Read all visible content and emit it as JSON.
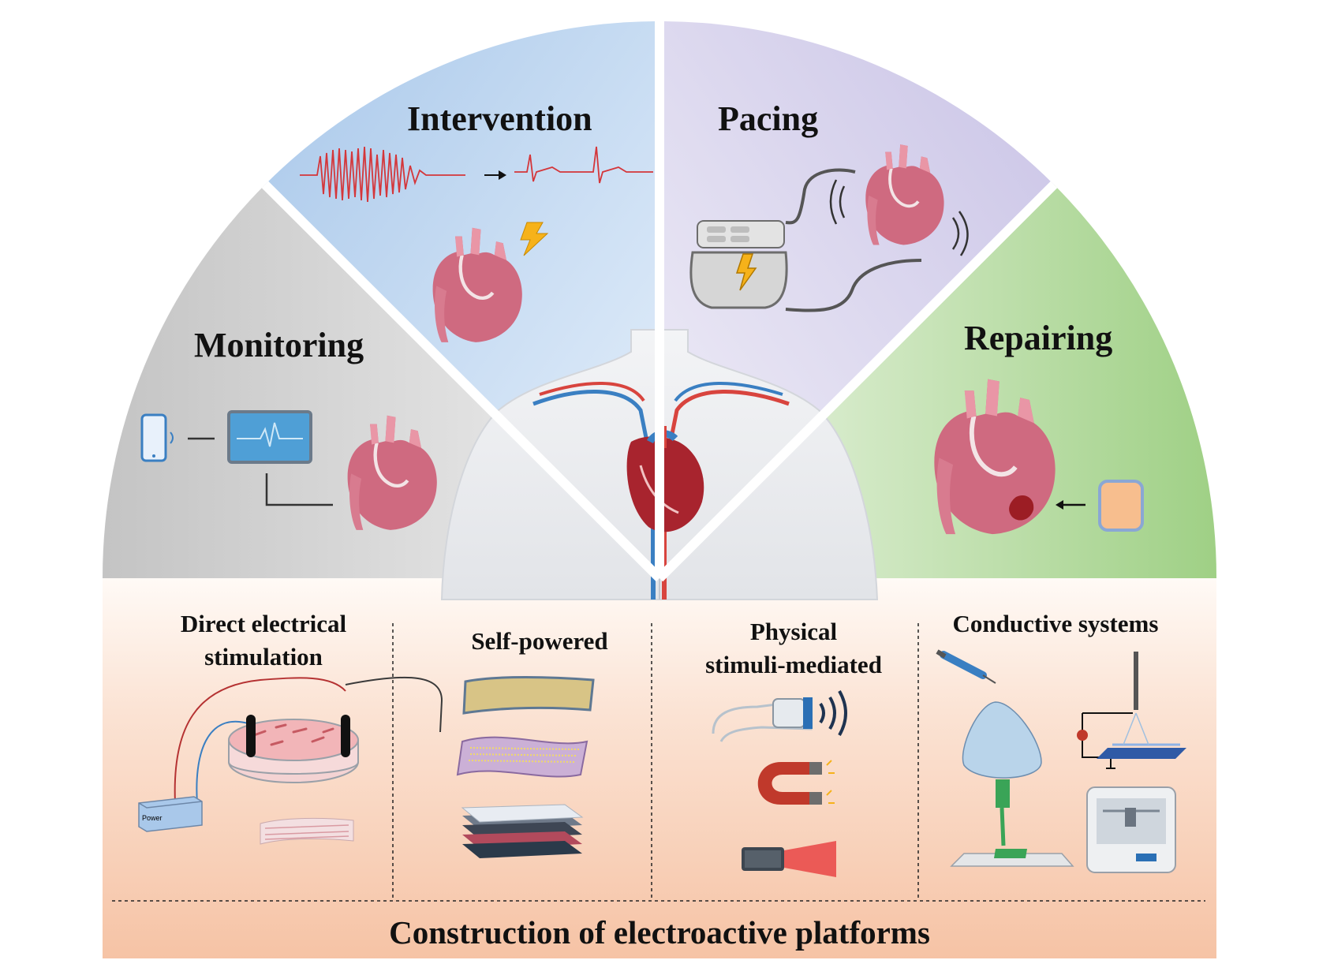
{
  "sectors": {
    "monitoring": "Monitoring",
    "intervention": "Intervention",
    "pacing": "Pacing",
    "repairing": "Repairing"
  },
  "platforms": {
    "direct_line1": "Direct electrical",
    "direct_line2": "stimulation",
    "self_powered": "Self-powered",
    "physical_line1": "Physical",
    "physical_line2": "stimuli-mediated",
    "conductive": "Conductive systems",
    "power_label": "Power"
  },
  "footer": "Construction of electroactive platforms",
  "colors": {
    "monitoring_sector": "#c9c9c9",
    "intervention_sector": "#b7d4ee",
    "pacing_sector": "#cfcbe6",
    "repairing_sector": "#a9d48f",
    "platform_band": "#f7c9ad",
    "heart": "#cf6a80",
    "heart_light": "#e996a6"
  }
}
